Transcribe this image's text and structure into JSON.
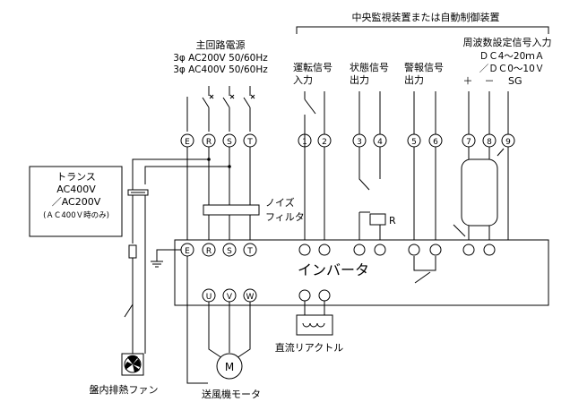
{
  "labels": {
    "central_title": "中央監視装置または自動制御装置",
    "main_power_title": "主回路電源",
    "main_power_line1": "3φ AC200V 50/60Hz",
    "main_power_line2": "3φ AC400V 50/60Hz",
    "run_signal_1": "運転信号",
    "run_signal_2": "入力",
    "status_signal_1": "状態信号",
    "status_signal_2": "出力",
    "alarm_signal_1": "警報信号",
    "alarm_signal_2": "出力",
    "freq_title": "周波数設定信号入力",
    "freq_line1": "ＤＣ4～20ｍＡ",
    "freq_line2": "／ＤＣ0～10Ｖ",
    "freq_plus": "＋",
    "freq_minus": "－",
    "freq_sg": "SG",
    "transformer_title": "トランス",
    "transformer_line1": "AC400V",
    "transformer_line2": "／AC200V",
    "transformer_note": "(ＡＣ400Ｖ時のみ)",
    "noise_filter_1": "ノイズ",
    "noise_filter_2": "フィルタ",
    "relay_r": "R",
    "inverter": "インバータ",
    "dc_reactor": "直流リアクトル",
    "panel_fan": "盤内排熱ファン",
    "blower_motor": "送風機モータ",
    "motor_m": "M"
  },
  "terminals_top": [
    "E",
    "R",
    "S",
    "T",
    "1",
    "2",
    "3",
    "4",
    "5",
    "6",
    "7",
    "8",
    "9"
  ],
  "terminals_inverter_top": [
    "E",
    "R",
    "S",
    "T"
  ],
  "terminals_inverter_bottom": [
    "U",
    "V",
    "W"
  ]
}
